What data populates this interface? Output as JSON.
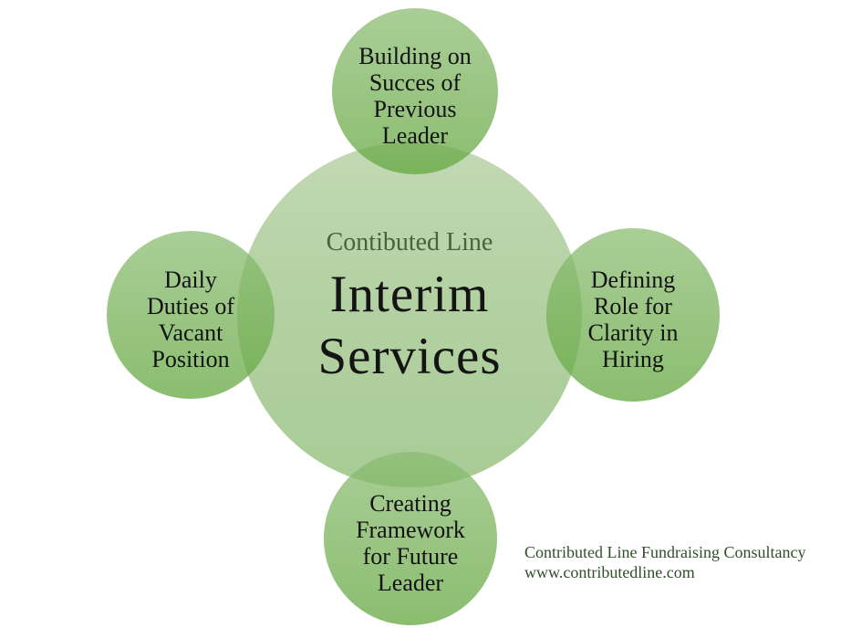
{
  "diagram": {
    "center": {
      "label": "Contibuted Line",
      "title_line1": "Interim",
      "title_line2": "Services"
    },
    "nodes": [
      {
        "id": "top",
        "lines": [
          "Building on",
          "Succes of",
          "Previous",
          "Leader"
        ]
      },
      {
        "id": "left",
        "lines": [
          "Daily",
          "Duties of",
          "Vacant",
          "Position"
        ]
      },
      {
        "id": "right",
        "lines": [
          "Defining",
          "Role for",
          "Clarity in",
          "Hiring"
        ]
      },
      {
        "id": "bottom",
        "lines": [
          "Creating",
          "Framework",
          "for Future",
          "Leader"
        ]
      }
    ],
    "colors": {
      "central_fill_top": "#c3d9b4",
      "central_fill_bottom": "#a8cc96",
      "satellite_fill_top": "#a9ce97",
      "satellite_fill_bottom": "#8bbd6f",
      "overlap_green": "#89b96c",
      "center_label_green": "#47633a",
      "footer_green": "#2f4f2a",
      "text_black": "#141414",
      "background": "#ffffff"
    }
  },
  "footer": {
    "line1": "Contributed Line Fundraising Consultancy",
    "line2": "www.contributedline.com"
  }
}
